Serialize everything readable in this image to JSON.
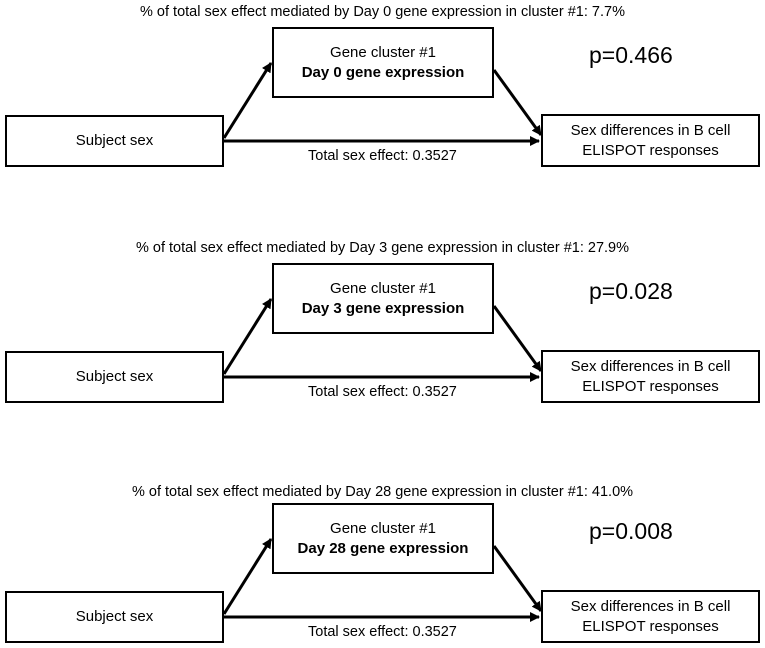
{
  "panels": [
    {
      "header": "% of total sex effect mediated by Day 0 gene expression in cluster #1:  7.7%",
      "mediator_line1": "Gene cluster #1",
      "mediator_line2": "Day 0 gene expression",
      "source": "Subject sex",
      "outcome_line1": "Sex differences in B cell",
      "outcome_line2": "ELISPOT responses",
      "total_effect": "Total sex effect:  0.3527",
      "p_value": "p=0.466"
    },
    {
      "header": "% of total sex effect mediated by Day 3 gene expression in cluster #1:  27.9%",
      "mediator_line1": "Gene cluster #1",
      "mediator_line2": "Day 3 gene expression",
      "source": "Subject sex",
      "outcome_line1": "Sex differences in B cell",
      "outcome_line2": "ELISPOT responses",
      "total_effect": "Total sex effect:  0.3527",
      "p_value": "p=0.028"
    },
    {
      "header": "% of total sex effect mediated by Day 28 gene expression in cluster #1:  41.0%",
      "mediator_line1": "Gene cluster #1",
      "mediator_line2": "Day 28 gene expression",
      "source": "Subject sex",
      "outcome_line1": "Sex differences in B cell",
      "outcome_line2": "ELISPOT responses",
      "total_effect": "Total sex effect:  0.3527",
      "p_value": "p=0.008"
    }
  ]
}
